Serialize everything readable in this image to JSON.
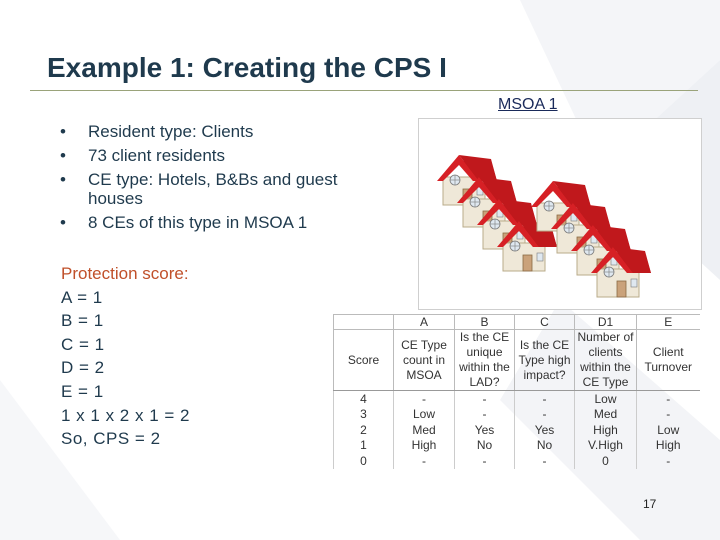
{
  "slide": {
    "title": "Example 1: Creating the CPS I",
    "msoa_label": "MSOA 1",
    "bullets": [
      "Resident type: Clients",
      "73 client residents",
      "CE type: Hotels, B&Bs and guest houses",
      "8 CEs of this type in MSOA 1"
    ],
    "bullet_symbol": "•",
    "protection": {
      "heading": "Protection score:",
      "lines": [
        "A = 1",
        "B = 1",
        "C = 1",
        "D = 2",
        "E = 1",
        "1 x 1 x 2 x 1 = 2",
        "So, CPS = 2"
      ]
    },
    "page_number": "17",
    "colors": {
      "title": "#1f3a4d",
      "protection_heading": "#c0502a",
      "roof_red": "#c0181c",
      "accent_green": "#9aa37a"
    }
  },
  "table": {
    "letters": [
      "",
      "A",
      "B",
      "C",
      "D1",
      "E"
    ],
    "descriptions": [
      "Score",
      "CE Type count in MSOA",
      "Is the CE unique within the LAD?",
      "Is the CE Type high impact?",
      "Number of clients within the CE Type",
      "Client Turnover"
    ],
    "rows": [
      [
        "4",
        "-",
        "-",
        "-",
        "Low",
        "-"
      ],
      [
        "3",
        "Low",
        "-",
        "-",
        "Med",
        "-"
      ],
      [
        "2",
        "Med",
        "Yes",
        "Yes",
        "High",
        "Low"
      ],
      [
        "1",
        "High",
        "No",
        "No",
        "V.High",
        "High"
      ],
      [
        "0",
        "-",
        "-",
        "-",
        "0",
        "-"
      ]
    ]
  },
  "illustration": {
    "icon": "house-icon",
    "house_count": 8
  }
}
